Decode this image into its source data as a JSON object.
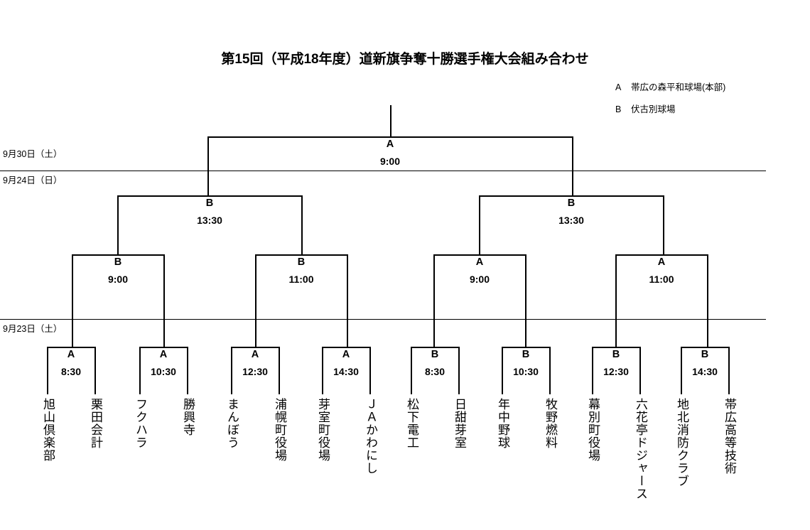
{
  "title": "第15回（平成18年度）道新旗争奪十勝選手権大会組み合わせ",
  "legend": [
    {
      "key": "A",
      "value": "帯広の森平和球場(本部)"
    },
    {
      "key": "B",
      "value": "伏古別球場"
    }
  ],
  "dates": [
    {
      "label": "9月30日（土）"
    },
    {
      "label": "9月24日（日）"
    },
    {
      "label": "9月23日（土）"
    }
  ],
  "final": {
    "venue": "A",
    "time": "9:00"
  },
  "semifinals": [
    {
      "venue": "B",
      "time": "13:30"
    },
    {
      "venue": "B",
      "time": "13:30"
    }
  ],
  "quarterfinals": [
    {
      "venue": "B",
      "time": "9:00"
    },
    {
      "venue": "B",
      "time": "11:00"
    },
    {
      "venue": "A",
      "time": "9:00"
    },
    {
      "venue": "A",
      "time": "11:00"
    }
  ],
  "round1": [
    {
      "venue": "A",
      "time": "8:30"
    },
    {
      "venue": "A",
      "time": "10:30"
    },
    {
      "venue": "A",
      "time": "12:30"
    },
    {
      "venue": "A",
      "time": "14:30"
    },
    {
      "venue": "B",
      "time": "8:30"
    },
    {
      "venue": "B",
      "time": "10:30"
    },
    {
      "venue": "B",
      "time": "12:30"
    },
    {
      "venue": "B",
      "time": "14:30"
    }
  ],
  "teams": [
    {
      "name": "旭山倶楽部"
    },
    {
      "name": "栗田会計"
    },
    {
      "name": "フクハラ"
    },
    {
      "name": "勝興寺"
    },
    {
      "name": "まんぼう"
    },
    {
      "name": "浦幌町役場"
    },
    {
      "name": "芽室町役場"
    },
    {
      "name": "ＪＡかわにし"
    },
    {
      "name": "松下電工"
    },
    {
      "name": "日甜芽室"
    },
    {
      "name": "年中野球"
    },
    {
      "name": "牧野燃料"
    },
    {
      "name": "幕別町役場"
    },
    {
      "name": "六花亭ドジャース"
    },
    {
      "name": "地北消防クラブ"
    },
    {
      "name": "帯広高等技術"
    }
  ],
  "colors": {
    "line": "#000000",
    "text": "#000000",
    "background": "#ffffff"
  }
}
